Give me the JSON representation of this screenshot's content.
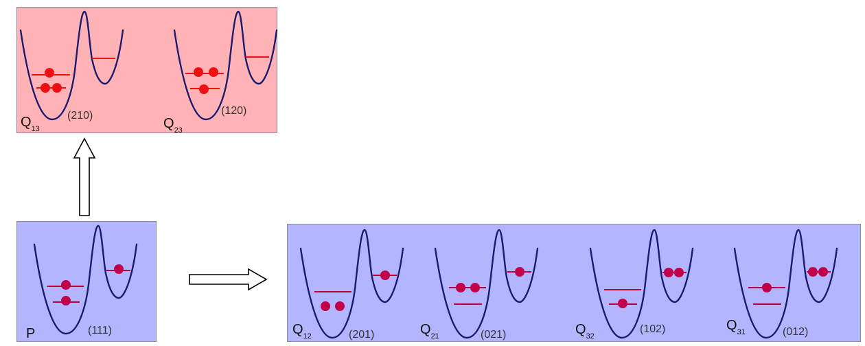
{
  "colors": {
    "top_panel_bg": "#ffb3b6",
    "bottom_panel_bg": "#b3b6ff",
    "well_curve": "#1a1a6e",
    "top_level_and_particle": "#ee1111",
    "bottom_level": "#b8003a",
    "bottom_particle": "#c1004a",
    "arrow_fill": "#ffffff",
    "arrow_stroke": "#000000"
  },
  "initial_panel": {
    "label": "P",
    "configuration": "(111)"
  },
  "upper_panel": {
    "items": [
      {
        "label": "Q",
        "subscript": "13",
        "configuration": "(210)"
      },
      {
        "label": "Q",
        "subscript": "23",
        "configuration": "(120)"
      }
    ]
  },
  "lower_panel": {
    "items": [
      {
        "label": "Q",
        "subscript": "12",
        "configuration": "(201)"
      },
      {
        "label": "Q",
        "subscript": "21",
        "configuration": "(021)"
      },
      {
        "label": "Q",
        "subscript": "32",
        "configuration": "(102)"
      },
      {
        "label": "Q",
        "subscript": "31",
        "configuration": "(012)"
      }
    ]
  }
}
